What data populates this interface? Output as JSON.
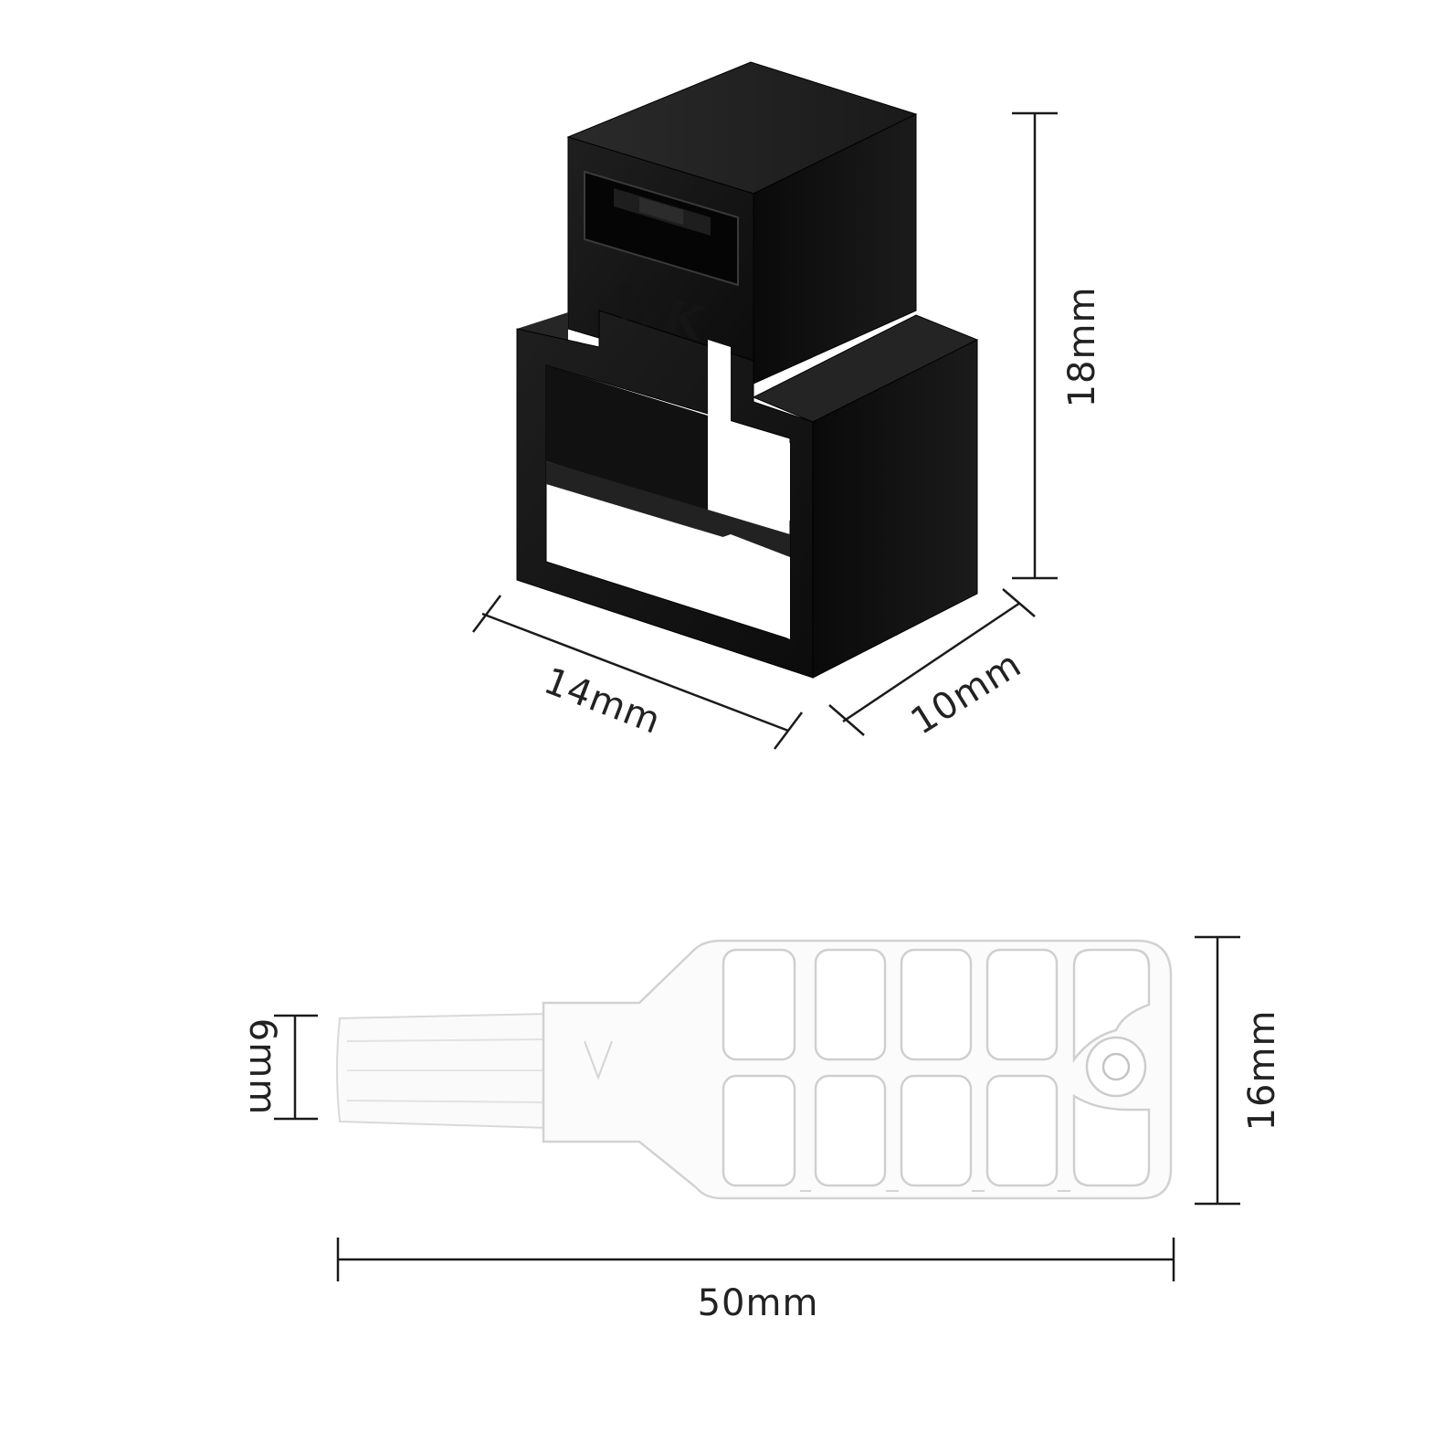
{
  "connector": {
    "logo": "WK",
    "dimensions": {
      "height": "18mm",
      "width": "14mm",
      "depth": "10mm"
    }
  },
  "removal_key": {
    "dimensions": {
      "tip_height": "6mm",
      "handle_height": "16mm",
      "total_length": "50mm"
    }
  },
  "colors": {
    "connector_body": "#141414",
    "key_outline": "#d6d6d6",
    "dimension_line": "#1a1a1a"
  }
}
